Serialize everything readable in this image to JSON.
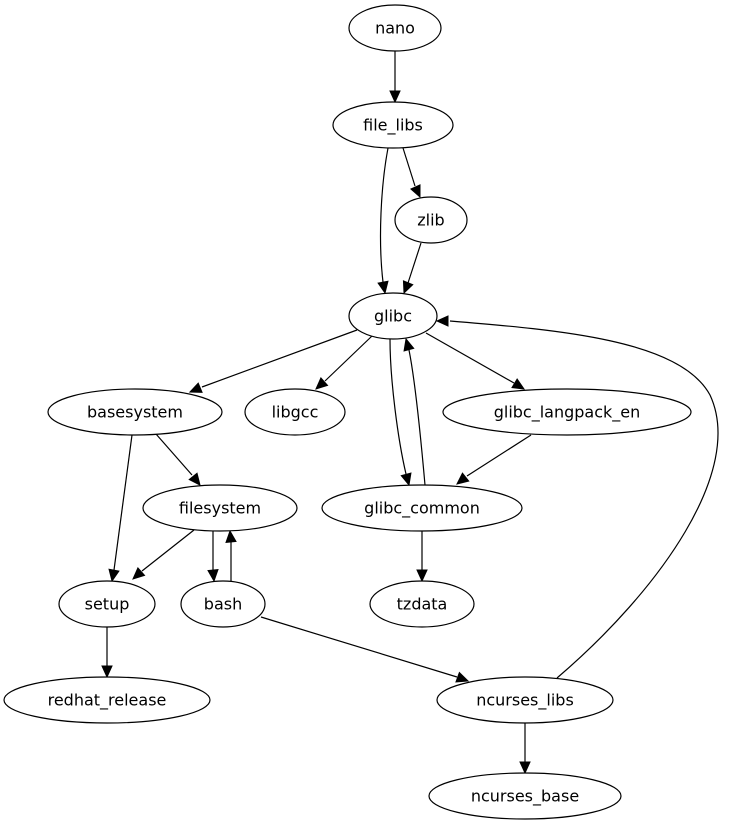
{
  "graph": {
    "type": "directed-dependency-graph",
    "nodes": [
      {
        "id": "nano",
        "label": "nano"
      },
      {
        "id": "file_libs",
        "label": "file_libs"
      },
      {
        "id": "zlib",
        "label": "zlib"
      },
      {
        "id": "glibc",
        "label": "glibc"
      },
      {
        "id": "basesystem",
        "label": "basesystem"
      },
      {
        "id": "libgcc",
        "label": "libgcc"
      },
      {
        "id": "glibc_langpack_en",
        "label": "glibc_langpack_en"
      },
      {
        "id": "filesystem",
        "label": "filesystem"
      },
      {
        "id": "glibc_common",
        "label": "glibc_common"
      },
      {
        "id": "setup",
        "label": "setup"
      },
      {
        "id": "bash",
        "label": "bash"
      },
      {
        "id": "tzdata",
        "label": "tzdata"
      },
      {
        "id": "redhat_release",
        "label": "redhat_release"
      },
      {
        "id": "ncurses_libs",
        "label": "ncurses_libs"
      },
      {
        "id": "ncurses_base",
        "label": "ncurses_base"
      }
    ],
    "edges": [
      {
        "from": "nano",
        "to": "file_libs"
      },
      {
        "from": "file_libs",
        "to": "glibc"
      },
      {
        "from": "file_libs",
        "to": "zlib"
      },
      {
        "from": "zlib",
        "to": "glibc"
      },
      {
        "from": "glibc",
        "to": "basesystem"
      },
      {
        "from": "glibc",
        "to": "libgcc"
      },
      {
        "from": "glibc",
        "to": "glibc_common"
      },
      {
        "from": "glibc_common",
        "to": "glibc"
      },
      {
        "from": "glibc",
        "to": "glibc_langpack_en"
      },
      {
        "from": "glibc_langpack_en",
        "to": "glibc_common"
      },
      {
        "from": "basesystem",
        "to": "filesystem"
      },
      {
        "from": "basesystem",
        "to": "setup"
      },
      {
        "from": "filesystem",
        "to": "setup"
      },
      {
        "from": "filesystem",
        "to": "bash"
      },
      {
        "from": "bash",
        "to": "filesystem"
      },
      {
        "from": "glibc_common",
        "to": "tzdata"
      },
      {
        "from": "setup",
        "to": "redhat_release"
      },
      {
        "from": "bash",
        "to": "ncurses_libs"
      },
      {
        "from": "ncurses_libs",
        "to": "glibc"
      },
      {
        "from": "ncurses_libs",
        "to": "ncurses_base"
      }
    ]
  }
}
